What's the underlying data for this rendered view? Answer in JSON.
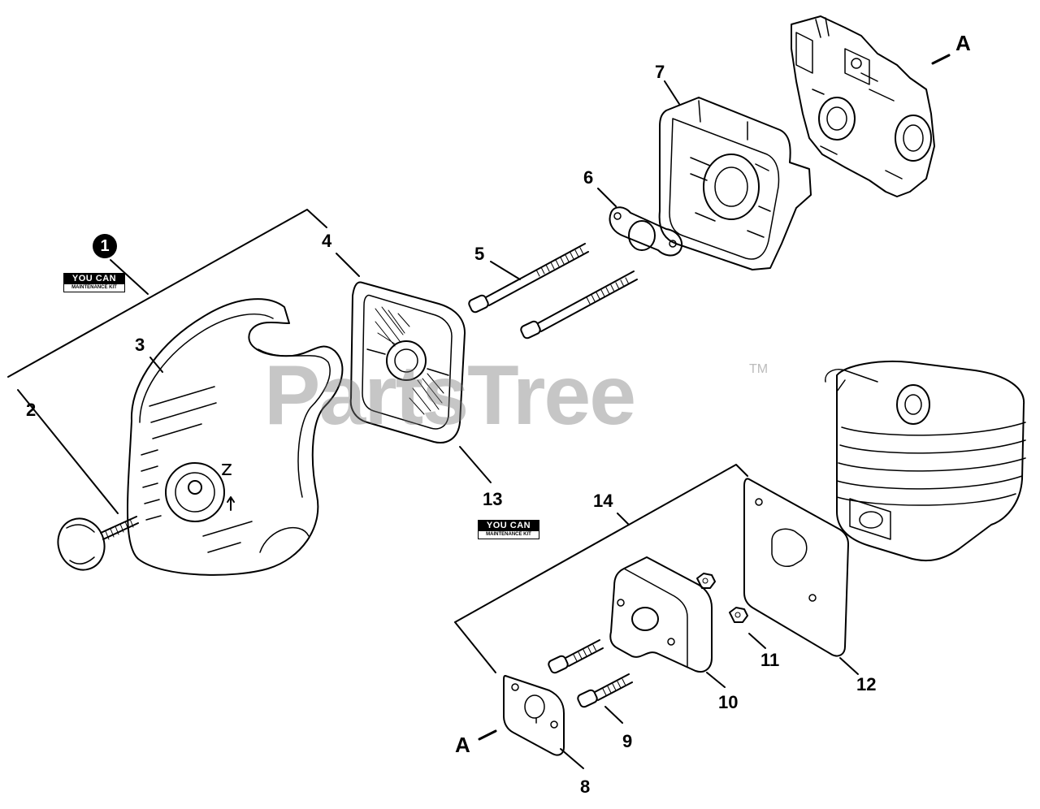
{
  "watermark": {
    "text": "PartsTree",
    "trademark": "TM"
  },
  "kit_badge": {
    "main": "YOU CAN",
    "sub": "MAINTENANCE KIT"
  },
  "kit_number": "1",
  "callouts": {
    "p2": "2",
    "p3": "3",
    "p4": "4",
    "p5": "5",
    "p6": "6",
    "p7": "7",
    "p8": "8",
    "p9": "9",
    "p10": "10",
    "p11": "11",
    "p12": "12",
    "p13": "13",
    "p14": "14",
    "a_top": "A",
    "a_bottom": "A"
  },
  "parts": [
    {
      "id": "2",
      "icon": "knob-bolt-icon"
    },
    {
      "id": "3",
      "icon": "air-cleaner-cover-icon"
    },
    {
      "id": "4",
      "icon": "air-filter-icon"
    },
    {
      "id": "5",
      "icon": "bolt-icon"
    },
    {
      "id": "6",
      "icon": "gasket-icon"
    },
    {
      "id": "7",
      "icon": "air-cleaner-case-icon"
    },
    {
      "id": "8",
      "icon": "gasket-icon"
    },
    {
      "id": "9",
      "icon": "bolt-icon"
    },
    {
      "id": "10",
      "icon": "insulator-icon"
    },
    {
      "id": "11",
      "icon": "nut-icon"
    },
    {
      "id": "12",
      "icon": "gasket-icon"
    },
    {
      "id": "13",
      "icon": "air-filter-icon"
    },
    {
      "id": "14",
      "icon": "gasket-kit-icon"
    },
    {
      "id": "A",
      "icon": "carburetor-icon"
    }
  ]
}
